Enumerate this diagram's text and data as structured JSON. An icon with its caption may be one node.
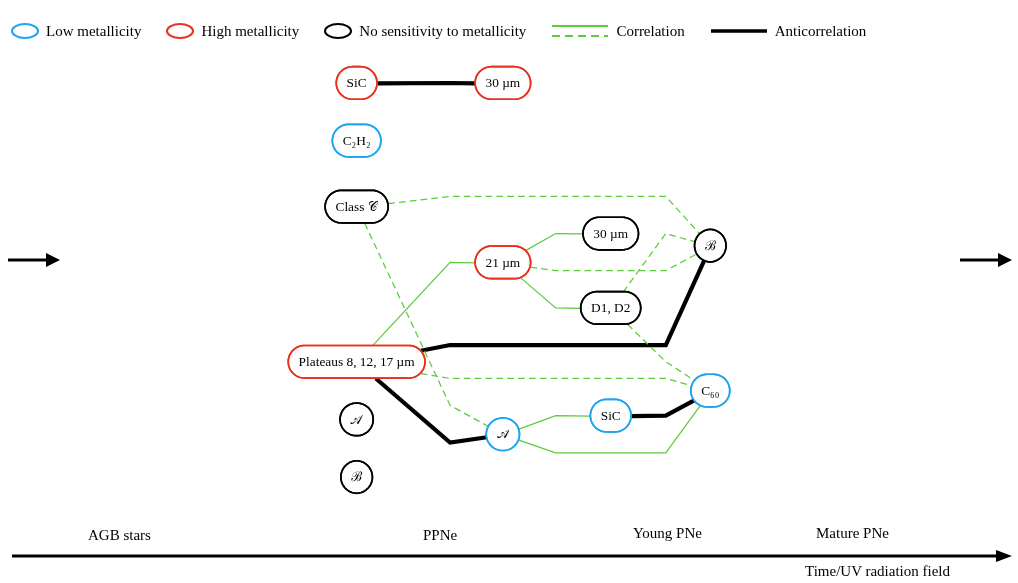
{
  "diagram": {
    "nodes": [
      {
        "text": [
          "SiC"
        ]
      },
      {
        "text": [
          "30 µm"
        ]
      },
      {
        "text": [
          "C₂H₂"
        ]
      },
      {
        "text": [
          "Plateaus 8, 12, 17 µm"
        ]
      },
      {
        "text": [
          "21 µm"
        ]
      },
      {
        "text": [
          "D1, D2"
        ]
      },
      {
        "text": [
          "Class 𝒞"
        ]
      },
      {
        "text": [
          "30 µm"
        ]
      },
      {
        "text": [
          "𝒜"
        ]
      },
      {
        "text": [
          "ℬ"
        ]
      },
      {
        "text": [
          "SiC"
        ]
      },
      {
        "text": [
          "C₆₀"
        ]
      },
      {
        "text": [
          "𝒜"
        ]
      },
      {
        "text": [
          "ℬ"
        ]
      }
    ],
    "edges": [
      {
        "from": 0,
        "to": 1,
        "arrow": "none",
        "style": "thick",
        "color": "#000000"
      },
      {
        "from": 3,
        "to": 8,
        "arrow": "none",
        "style": "thick",
        "color": "#000000"
      },
      {
        "from": 3,
        "to": 9,
        "arrow": "none",
        "style": "thick",
        "color": "#000000"
      },
      {
        "from": 3,
        "to": 4,
        "arrow": "none"
      },
      {
        "from": 4,
        "to": 5,
        "arrow": "none"
      },
      {
        "from": 4,
        "to": 7,
        "arrow": "none"
      },
      {
        "from": 8,
        "to": 10,
        "arrow": "none"
      },
      {
        "from": 8,
        "to": 11,
        "arrow": "none"
      },
      {
        "from": 10,
        "to": 11,
        "arrow": "none",
        "style": "thick",
        "color": "#000000"
      },
      {
        "from": 3,
        "to": 11,
        "arrow": "none",
        "style": "dashed"
      },
      {
        "from": 4,
        "to": 9,
        "arrow": "none",
        "style": "dashed"
      },
      {
        "from": 5,
        "to": 9,
        "arrow": "none",
        "style": "dashed"
      },
      {
        "from": 5,
        "to": 11,
        "arrow": "none",
        "style": "dashed"
      },
      {
        "from": 6,
        "to": 8,
        "arrow": "none",
        "style": "dashed"
      },
      {
        "from": 6,
        "to": 9,
        "arrow": "none",
        "style": "dashed"
      }
    ],
    "labels": [
      "AGB stars",
      "PPNe",
      "Young PNe",
      "Mature PNe",
      "Time/UV radiation field"
    ],
    "legend": [
      {
        "text": "Low metallicity",
        "color": "#1ea5f0"
      },
      {
        "text": "High metallicity",
        "color": "#e8321e"
      },
      {
        "text": "No sensitivity to metallicity",
        "color": "#000000"
      },
      {
        "text": "Correlation"
      },
      {
        "text": "Anticorrelation"
      }
    ]
  }
}
